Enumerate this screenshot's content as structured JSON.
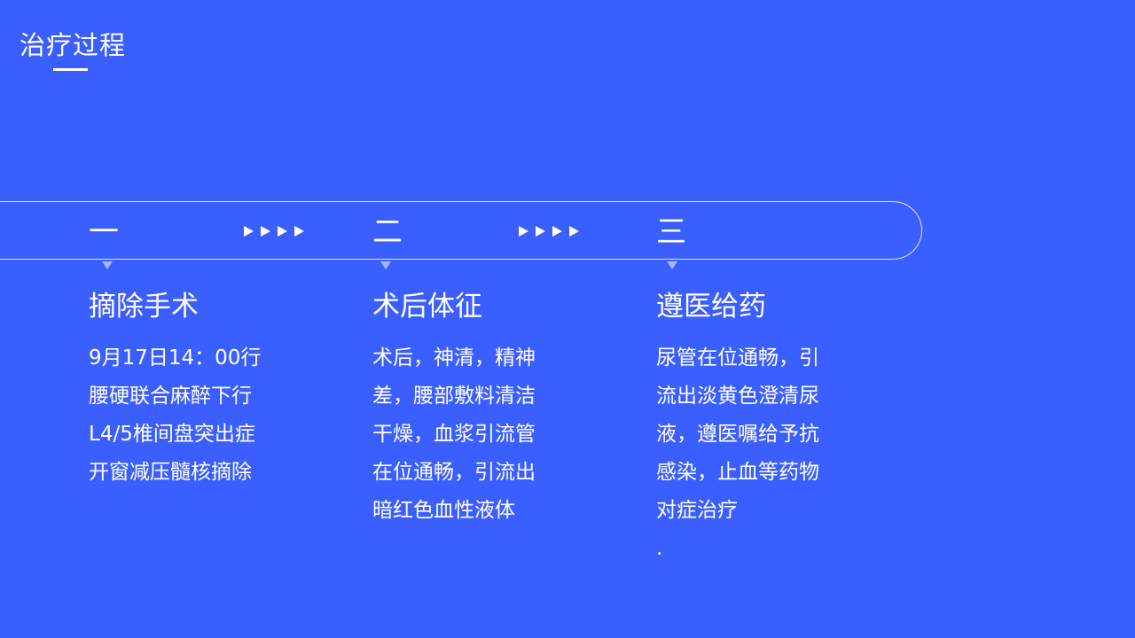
{
  "page": {
    "title": "治疗过程",
    "background_color": "#3B5FFF",
    "text_color": "#FFFFFF",
    "marker_color": "#9FB9FF"
  },
  "steps": [
    {
      "number": "一",
      "heading": "摘除手术",
      "lines": [
        "9月17日14：00行",
        "腰硬联合麻醉下行",
        "L4/5椎间盘突出症",
        "开窗减压髓核摘除"
      ]
    },
    {
      "number": "二",
      "heading": "术后体征",
      "lines": [
        "术后，神清，精神",
        "差，腰部敷料清洁",
        "干燥，血浆引流管",
        "在位通畅，引流出",
        "暗红色血性液体"
      ]
    },
    {
      "number": "三",
      "heading": "遵医给药",
      "lines": [
        "尿管在位通畅，引",
        "流出淡黄色澄清尿",
        "液，遵医嘱给予抗",
        "感染，止血等药物",
        "对症治疗",
        "."
      ]
    }
  ],
  "arrow_icons": [
    "arrow-right-icon",
    "arrow-right-icon",
    "arrow-right-icon",
    "arrow-right-icon"
  ]
}
